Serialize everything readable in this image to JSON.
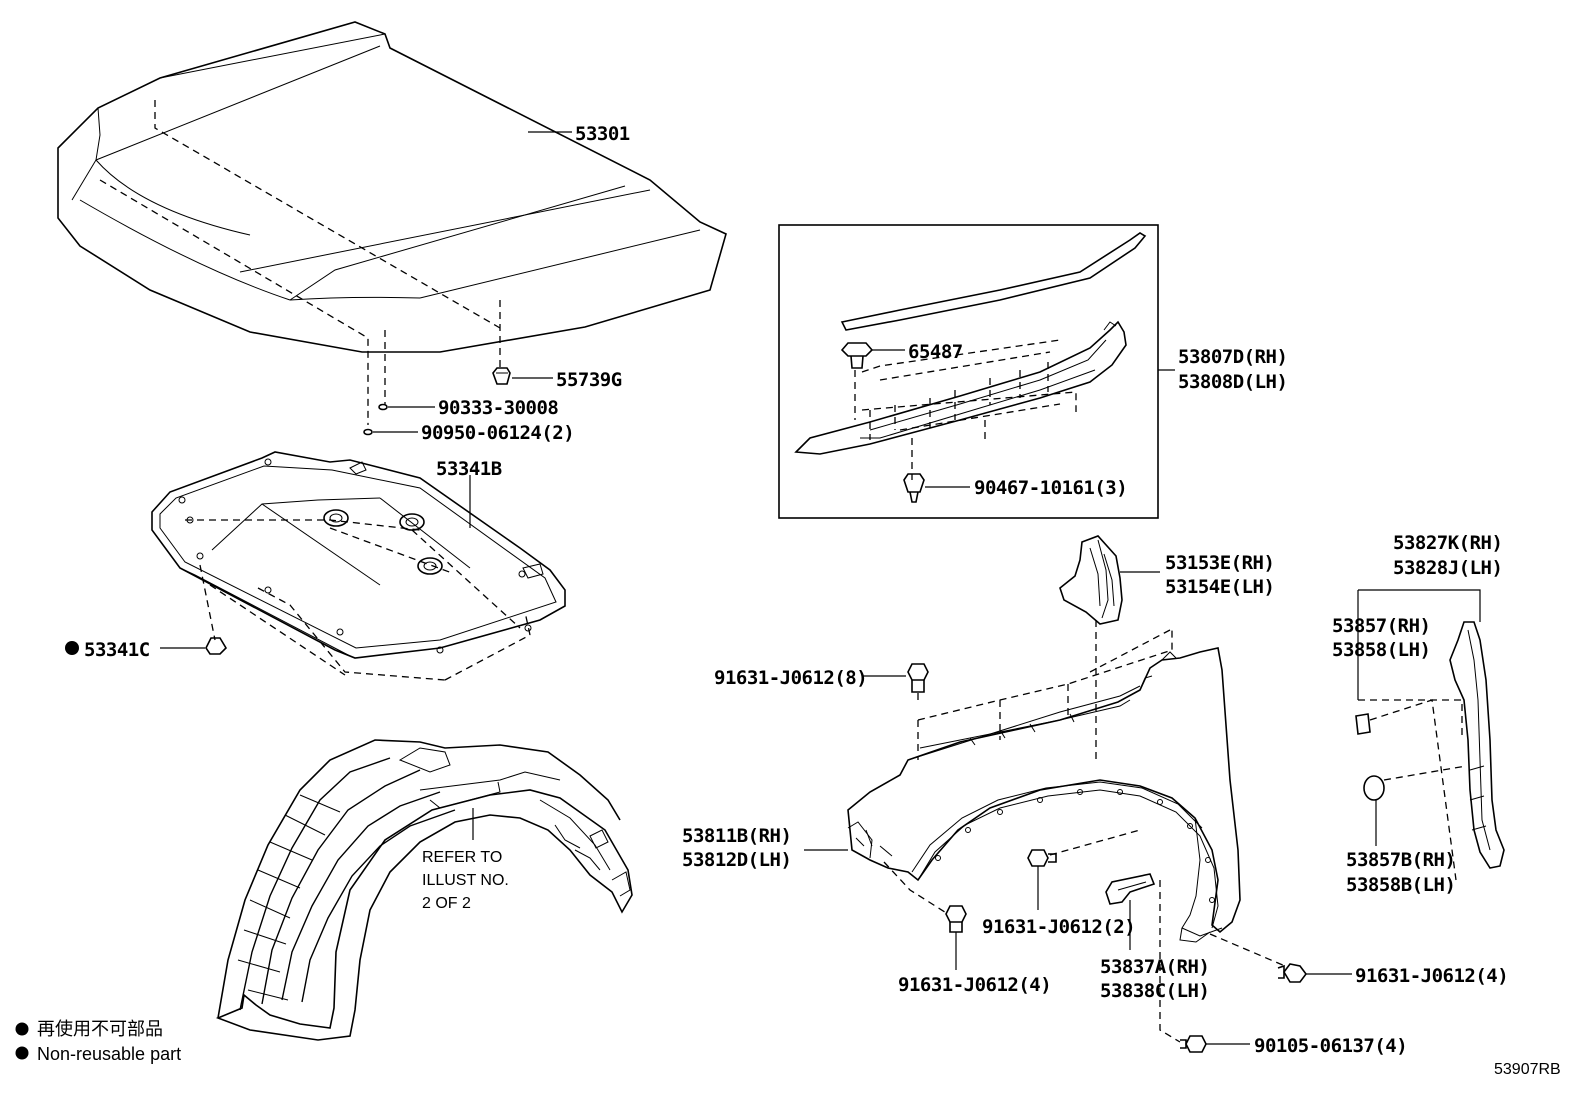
{
  "parts": {
    "hood": "53301",
    "hood_cushion": "55739G",
    "clip_a": "90333-30008",
    "clip_b": "90950-06124(2)",
    "hood_insulator": "53341B",
    "insulator_retainer": "53341C",
    "molding_clip": "65487",
    "molding_rh": "53807D(RH)",
    "molding_lh": "53808D(LH)",
    "molding_screw": "90467-10161(3)",
    "bracket_rh": "53153E(RH)",
    "bracket_lh": "53154E(LH)",
    "seal_rh": "53827K(RH)",
    "seal_lh": "53828J(LH)",
    "spacer_rh": "53857(RH)",
    "spacer_lh": "53858(LH)",
    "spacer_b_rh": "53857B(RH)",
    "spacer_b_lh": "53858B(LH)",
    "bolt_8": "91631-J0612(8)",
    "fender_rh": "53811B(RH)",
    "fender_lh": "53812D(LH)",
    "bolt_2": "91631-J0612(2)",
    "bolt_4a": "91631-J0612(4)",
    "bolt_4b": "91631-J0612(4)",
    "splash_rh": "53837A(RH)",
    "splash_lh": "53838C(LH)",
    "screw_4": "90105-06137(4)"
  },
  "refer_note": [
    "REFER TO",
    "ILLUST NO.",
    "2 OF 2"
  ],
  "legend": {
    "jp": "再使用不可部品",
    "en": "Non-reusable part"
  },
  "illustration_id": "53907RB"
}
